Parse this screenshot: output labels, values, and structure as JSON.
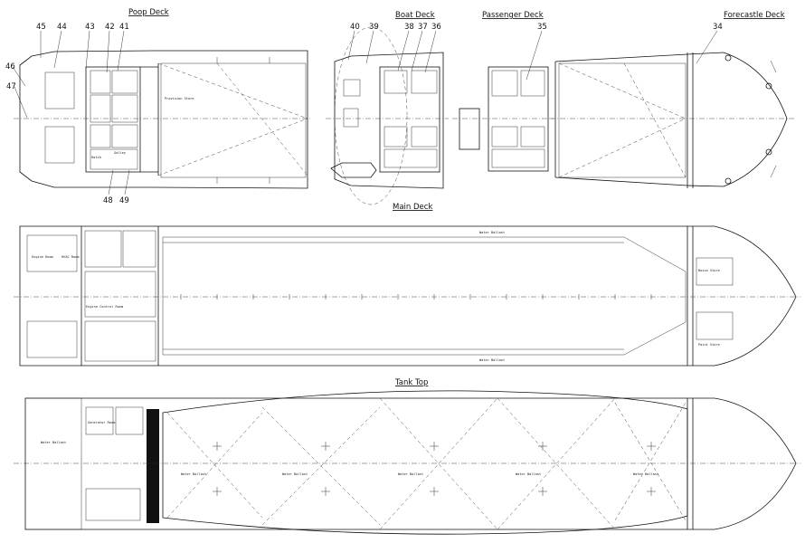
{
  "titles": {
    "poop_deck": "Poop Deck",
    "boat_deck": "Boat Deck",
    "passenger_deck": "Passenger Deck",
    "forecastle_deck": "Forecastle Deck",
    "main_deck": "Main Deck",
    "tank_top": "Tank Top"
  },
  "callouts": {
    "c34": "34",
    "c35": "35",
    "c36": "36",
    "c37": "37",
    "c38": "38",
    "c39": "39",
    "c40": "40",
    "c41": "41",
    "c42": "42",
    "c43": "43",
    "c44": "44",
    "c45": "45",
    "c46": "46",
    "c47": "47",
    "c48": "48",
    "c49": "49"
  },
  "room_labels": {
    "poop_provision": "Provision Store",
    "poop_galley": "Galley",
    "poop_hatch": "Hatch",
    "main_engine_room": "Engine Room",
    "main_hvac": "HVAC Room",
    "main_ecr": "Engine Control Room",
    "main_paint": "Paint Store",
    "main_bosun": "Bosun Store",
    "main_wb_port": "Water Ballast",
    "main_wb_stbd": "Water Ballast",
    "tank_wb1": "Water Ballast",
    "tank_wb2": "Water Ballast",
    "tank_wb3": "Water Ballast",
    "tank_wb4": "Water Ballast",
    "tank_wb5": "Water Ballast",
    "tank_generator": "Generator Room",
    "tank_stern": "Water Ballast"
  }
}
